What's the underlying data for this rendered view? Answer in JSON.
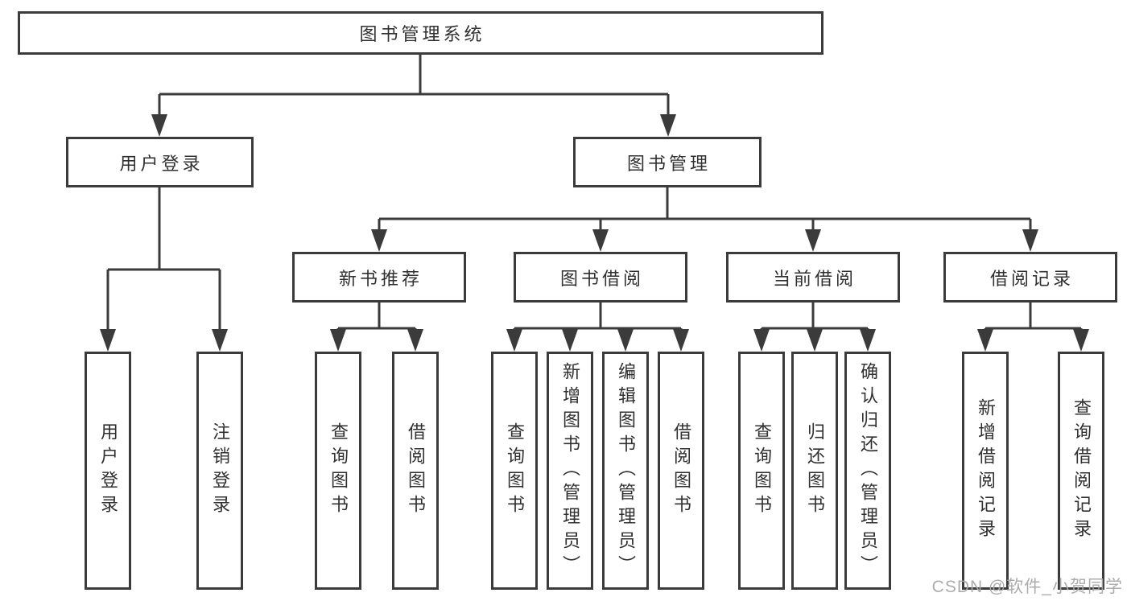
{
  "colors": {
    "line": "#3b3b3b",
    "text": "#303030",
    "watermark": "#a8a8a8",
    "background": "#ffffff"
  },
  "root": {
    "label": "图书管理系统"
  },
  "branches": {
    "user_login": {
      "label": "用户登录",
      "leaves": [
        "用户登录",
        "注销登录"
      ]
    },
    "book_management": {
      "label": "图书管理",
      "sections": [
        {
          "label": "新书推荐",
          "leaves": [
            "查询图书",
            "借阅图书"
          ]
        },
        {
          "label": "图书借阅",
          "leaves": [
            "查询图书",
            "新增图书（管理员）",
            "编辑图书（管理员）",
            "借阅图书"
          ]
        },
        {
          "label": "当前借阅",
          "leaves": [
            "查询图书",
            "归还图书",
            "确认归还（管理员）"
          ]
        },
        {
          "label": "借阅记录",
          "leaves": [
            "新增借阅记录",
            "查询借阅记录"
          ]
        }
      ]
    }
  },
  "watermark": "CSDN @软件_小贺同学"
}
